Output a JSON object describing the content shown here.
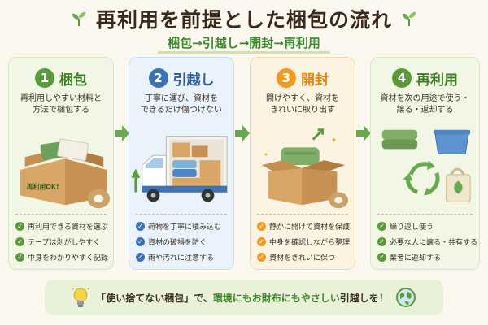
{
  "header": {
    "title": "再利用を前提とした梱包の流れ",
    "subtitle": "梱包→引越し→開封→再利用"
  },
  "steps": [
    {
      "number": "1",
      "title": "梱包",
      "description": "再利用しやすい材料と\n方法で梱包する",
      "box_label": "再利用OK!",
      "points": [
        "再利用できる資材を選ぶ",
        "テープは剥がしやすく",
        "中身をわかりやすく記録"
      ]
    },
    {
      "number": "2",
      "title": "引越し",
      "description": "丁寧に運び、資材を\nできるだけ傷つけない",
      "points": [
        "荷物を丁寧に積み込む",
        "資材の破損を防ぐ",
        "雨や汚れに注意する"
      ]
    },
    {
      "number": "3",
      "title": "開封",
      "description": "開けやすく、資材を\nきれいに取り出す",
      "points": [
        "静かに開けて資材を保護",
        "中身を確認しながら整理",
        "資材をきれいに保つ"
      ]
    },
    {
      "number": "4",
      "title": "再利用",
      "description": "資材を次の用途で使う・\n譲る・返却する",
      "points": [
        "繰り返し使う",
        "必要な人に譲る・共有する",
        "業者に返却する"
      ]
    }
  ],
  "footer": {
    "part1": "「使い捨てない梱包」で、",
    "part2": "環境にもお財布にもやさしい",
    "part3": "引越しを！"
  },
  "colors": {
    "green": "#5a9a3a",
    "blue": "#3c72b8",
    "orange": "#ef9a22",
    "cardboard": "#d9a765"
  }
}
